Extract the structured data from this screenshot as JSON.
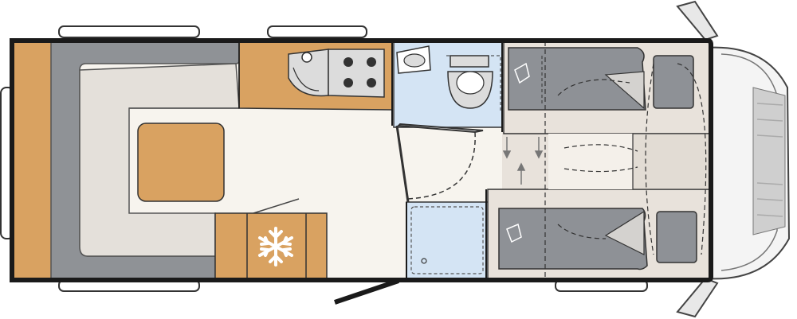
{
  "floorplan": {
    "type": "motorhome-layout",
    "colors": {
      "wall": "#1a1a1a",
      "floor": "#f7f4ee",
      "wood": "#d9a261",
      "seat_outer": "#8f9296",
      "seat_inner": "#e4e0da",
      "bathroom": "#d4e4f4",
      "bed_area": "#e8e2db",
      "mattress": "#8e9196",
      "window_outline": "#555555",
      "cab": "#f4f4f4",
      "snowflake": "#ffffff"
    },
    "zones": [
      "rear-lounge",
      "dinette-table",
      "kitchen",
      "fridge",
      "toilet-room",
      "shower",
      "single-bed-left",
      "single-bed-right",
      "driver-cab"
    ],
    "icons": [
      "snowflake-icon",
      "sink-icon",
      "toilet-icon",
      "hob-icon"
    ]
  }
}
